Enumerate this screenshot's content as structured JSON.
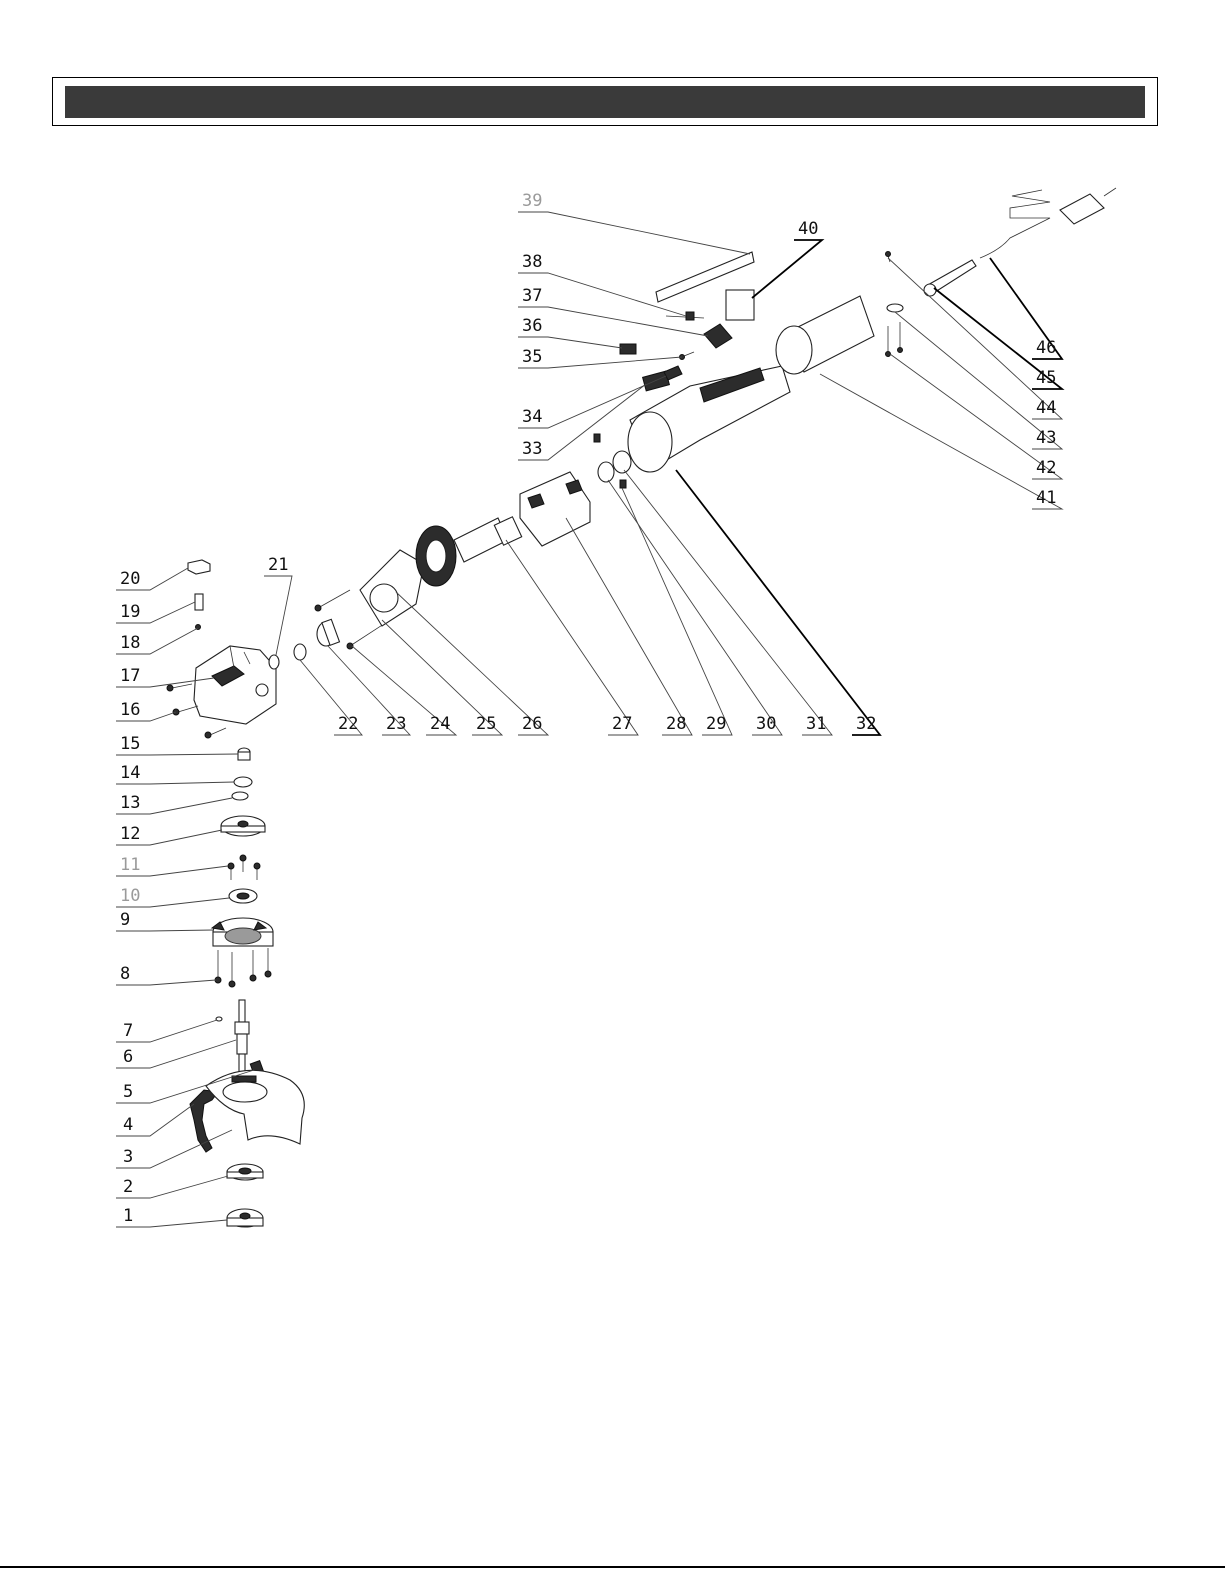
{
  "header": {
    "title": ""
  },
  "labels": [
    {
      "id": "1",
      "text": "1"
    },
    {
      "id": "2",
      "text": "2"
    },
    {
      "id": "3",
      "text": "3"
    },
    {
      "id": "4",
      "text": "4"
    },
    {
      "id": "5",
      "text": "5"
    },
    {
      "id": "6",
      "text": "6"
    },
    {
      "id": "7",
      "text": "7"
    },
    {
      "id": "8",
      "text": "8"
    },
    {
      "id": "9",
      "text": "9"
    },
    {
      "id": "10",
      "text": "10"
    },
    {
      "id": "11",
      "text": "11"
    },
    {
      "id": "12",
      "text": "12"
    },
    {
      "id": "13",
      "text": "13"
    },
    {
      "id": "14",
      "text": "14"
    },
    {
      "id": "15",
      "text": "15"
    },
    {
      "id": "16",
      "text": "16"
    },
    {
      "id": "17",
      "text": "17"
    },
    {
      "id": "18",
      "text": "18"
    },
    {
      "id": "19",
      "text": "19"
    },
    {
      "id": "20",
      "text": "20"
    },
    {
      "id": "21",
      "text": "21"
    },
    {
      "id": "22",
      "text": "22"
    },
    {
      "id": "23",
      "text": "23"
    },
    {
      "id": "24",
      "text": "24"
    },
    {
      "id": "25",
      "text": "25"
    },
    {
      "id": "26",
      "text": "26"
    },
    {
      "id": "27",
      "text": "27"
    },
    {
      "id": "28",
      "text": "28"
    },
    {
      "id": "29",
      "text": "29"
    },
    {
      "id": "30",
      "text": "30"
    },
    {
      "id": "31",
      "text": "31"
    },
    {
      "id": "32",
      "text": "32"
    },
    {
      "id": "33",
      "text": "33"
    },
    {
      "id": "34",
      "text": "34"
    },
    {
      "id": "35",
      "text": "35"
    },
    {
      "id": "36",
      "text": "36"
    },
    {
      "id": "37",
      "text": "37"
    },
    {
      "id": "38",
      "text": "38"
    },
    {
      "id": "39",
      "text": "39"
    },
    {
      "id": "40",
      "text": "40"
    },
    {
      "id": "41",
      "text": "41"
    },
    {
      "id": "42",
      "text": "42"
    },
    {
      "id": "43",
      "text": "43"
    },
    {
      "id": "44",
      "text": "44"
    },
    {
      "id": "45",
      "text": "45"
    },
    {
      "id": "46",
      "text": "46"
    }
  ],
  "colors": {
    "header_bar": "#3a3a3a",
    "line": "#000000",
    "muted_label": "#9a9a9a"
  }
}
